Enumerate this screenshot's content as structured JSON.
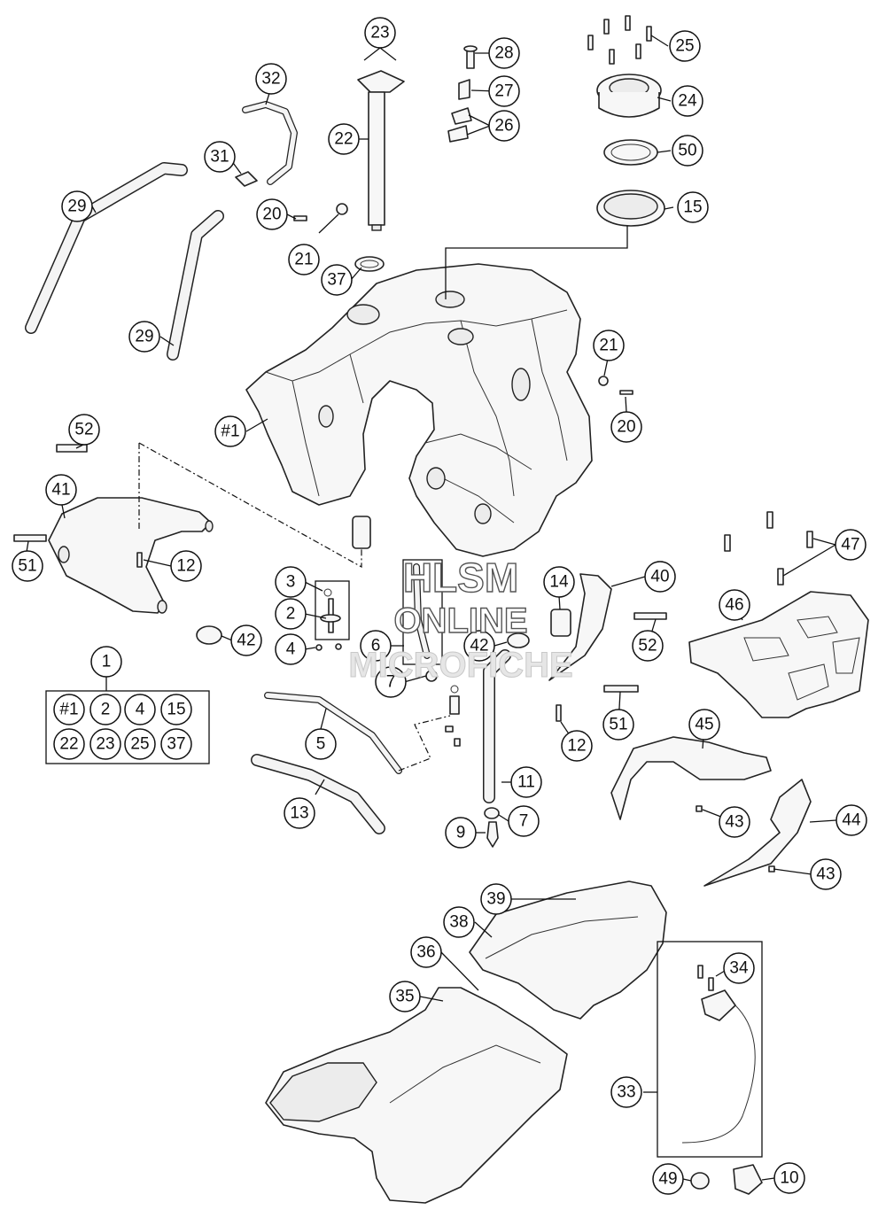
{
  "watermark": {
    "line1": "HLSM",
    "line2": "ONLINE",
    "line3": "MICROFICHE"
  },
  "callouts": {
    "c1": "1",
    "c2": "2",
    "c3": "3",
    "c4": "4",
    "c5": "5",
    "c6": "6",
    "c7a": "7",
    "c7b": "7",
    "c9": "9",
    "c10": "10",
    "c11": "11",
    "c12a": "12",
    "c12b": "12",
    "c13": "13",
    "c14": "14",
    "c15": "15",
    "c20a": "20",
    "c20b": "20",
    "c21a": "21",
    "c21b": "21",
    "c22": "22",
    "c23": "23",
    "c24": "24",
    "c25": "25",
    "c26": "26",
    "c27": "27",
    "c28": "28",
    "c29a": "29",
    "c29b": "29",
    "c31": "31",
    "c32": "32",
    "c33": "33",
    "c34": "34",
    "c35": "35",
    "c36": "36",
    "c37": "37",
    "c38": "38",
    "c39": "39",
    "c40": "40",
    "c41": "41",
    "c42a": "42",
    "c42b": "42",
    "c43a": "43",
    "c43b": "43",
    "c44": "44",
    "c45": "45",
    "c46": "46",
    "c47": "47",
    "c49": "49",
    "c50": "50",
    "c51a": "51",
    "c51b": "51",
    "c52a": "52",
    "c52b": "52",
    "cTank": "#1"
  },
  "kit_contents": [
    "#1",
    "2",
    "4",
    "15",
    "22",
    "23",
    "25",
    "37"
  ]
}
